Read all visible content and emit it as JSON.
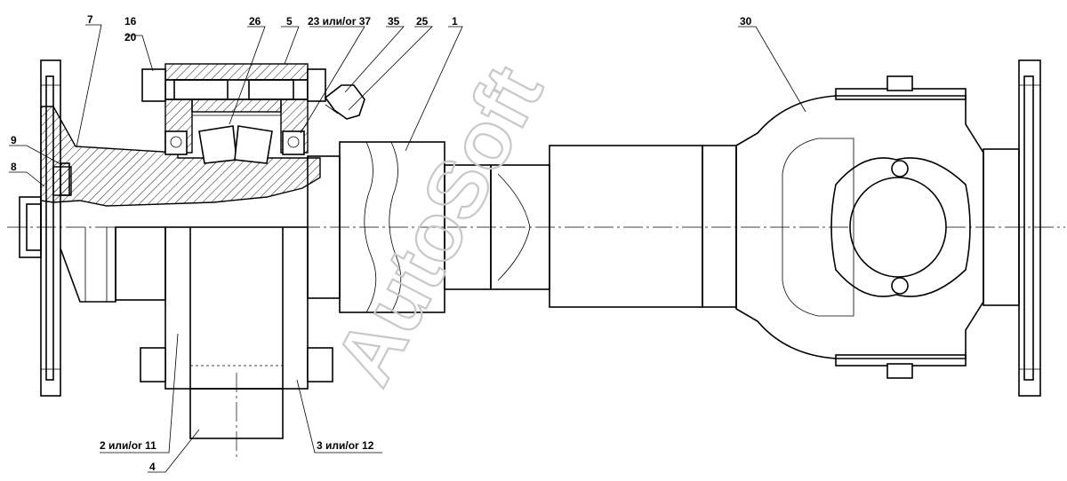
{
  "watermark": "AutoSoft",
  "labels": {
    "l7": "7",
    "l16": "16",
    "l20": "20",
    "l26": "26",
    "l5": "5",
    "l23": "23 или/or 37",
    "l35": "35",
    "l25": "25",
    "l1": "1",
    "l30": "30",
    "l9": "9",
    "l8": "8",
    "l2": "2 или/or 11",
    "l3": "3 или/or 12",
    "l4": "4"
  }
}
